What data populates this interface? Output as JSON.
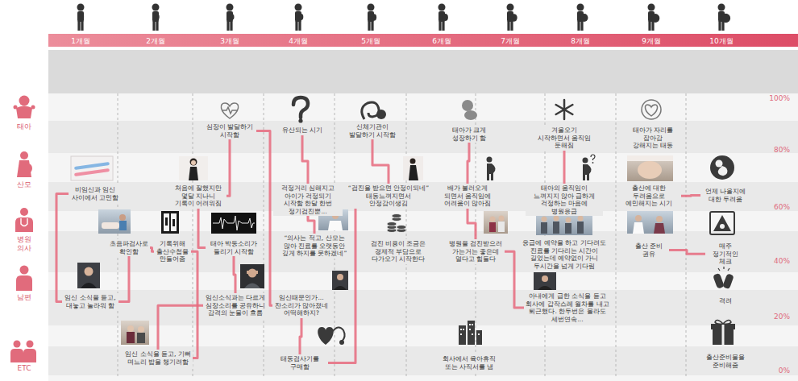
{
  "diagram": {
    "nodes": [
      {
        "text": [
          "비임신과 임신 사이에서 고민함"
        ]
      },
      {
        "text": [
          "임신 소식을 듣고, 대놓고 놀라워 함"
        ]
      },
      {
        "text": [
          "초음파검사로 확인함"
        ]
      },
      {
        "text": [
          "기록위해 출산수첩을 만들어줌"
        ]
      },
      {
        "text": [
          "임신 소식을 듣고, 기뻐 며느리 밥을 챙기려함"
        ]
      },
      {
        "text": [
          "처음에 잘했지만 몇달 지나니 기록이 어려워짐"
        ]
      },
      {
        "text": [
          "심장이 발달하기 시작함"
        ]
      },
      {
        "text": [
          "태아 박동소리가 들리기 시작함"
        ]
      },
      {
        "text": [
          "임신소식과는 다르게 심장소리를 공유하니 감격의 눈물이 흐름"
        ]
      },
      {
        "text": [
          "유산되는 시기"
        ]
      },
      {
        "text": [
          "걱정거리 심해지고 아이가 걱정되기 시작함 한달 한번 정기검진뿐..."
        ]
      },
      {
        "text": [
          "“의사는 적고, 산모는 많아 진료를 오랫동안 깊게 하지를 못하겠네”"
        ]
      },
      {
        "text": [
          "임신때문인가... 잔소리가 많아졌네 어떡해하지?"
        ]
      },
      {
        "text": [
          "태동검사기를 구매함"
        ]
      },
      {
        "text": [
          "신체기관이 발달하기 시작함"
        ]
      },
      {
        "text": [
          "“검진을 받으면 안정이되네” 태동느껴지면서 안정감이생김"
        ]
      },
      {
        "text": [
          "검진 비용이 조금은 경제적 부담으로 다가오기 시작한다"
        ]
      },
      {
        "text": [
          "태아가 크게 성장하기 함"
        ]
      },
      {
        "text": [
          "배가 불러오게 되면서 움직임에 어려움이 많아짐"
        ]
      },
      {
        "text": [
          "병원을 검진받으러 가는거는 좋은데 멀다고 힘들다"
        ]
      },
      {
        "text": [
          "회사에서 육아휴직 또는 사직서를 냄"
        ]
      },
      {
        "text": [
          "겨울오기 시작하면서 움직임 둔해짐"
        ]
      },
      {
        "text": [
          "태아의 움직임이 느껴지지 않아 급하게 걱정하는 마음에 병원응급"
        ]
      },
      {
        "text": [
          "응급에 예약을 하고 기다려도 진료를 기다리는 시간이 길었는데 예약없이 가니 두시간을 넘게 기다림"
        ]
      },
      {
        "text": [
          "아내에게 급한 소식을 듣고 회사에 갑작스레 월차를 내고 퇴근했다. 한두번은 몰라도 세번연속..."
        ]
      },
      {
        "text": [
          "태아가 자리를 잡아감 강해지는 태동"
        ]
      },
      {
        "text": [
          "출산에 대한 두려움으로 예민해지는 시기"
        ]
      },
      {
        "text": [
          "언제 나올지에 대한 두려움"
        ]
      },
      {
        "text": [
          "출산 준비 권유"
        ]
      },
      {
        "text": [
          "매주 정기적인 체크"
        ]
      },
      {
        "text": [
          "격려"
        ]
      },
      {
        "text": [
          "출산준비물을 준비해줌"
        ]
      }
    ],
    "edges": [
      {
        "from": 0,
        "to": 1,
        "arrow": "none"
      },
      {
        "from": 1,
        "to": 2,
        "arrow": "none"
      },
      {
        "from": 2,
        "to": 3,
        "arrow": "none"
      },
      {
        "from": 3,
        "to": 4,
        "arrow": "none"
      },
      {
        "from": 4,
        "to": 8,
        "arrow": "none"
      },
      {
        "from": 8,
        "to": 7,
        "arrow": "none"
      },
      {
        "from": 7,
        "to": 5,
        "arrow": "none"
      },
      {
        "from": 5,
        "to": 6,
        "arrow": "none"
      },
      {
        "from": 6,
        "to": 12,
        "arrow": "none"
      },
      {
        "from": 9,
        "to": 10,
        "arrow": "none"
      },
      {
        "from": 10,
        "to": 11,
        "arrow": "none"
      },
      {
        "from": 12,
        "to": 13,
        "arrow": "none"
      },
      {
        "from": 13,
        "to": 15,
        "arrow": "none"
      },
      {
        "from": 15,
        "to": 14,
        "arrow": "none"
      },
      {
        "from": 17,
        "to": 18,
        "arrow": "none"
      },
      {
        "from": 18,
        "to": 19,
        "arrow": "none"
      },
      {
        "from": 19,
        "to": 24,
        "arrow": "none"
      },
      {
        "from": 21,
        "to": 22,
        "arrow": "none"
      },
      {
        "from": 26,
        "to": 27,
        "arrow": "none"
      },
      {
        "from": 28,
        "to": 29,
        "arrow": "none"
      }
    ],
    "labels": [
      "1개월",
      "2개월",
      "3개월",
      "4개월",
      "5개월",
      "6개월",
      "7개월",
      "8개월",
      "9개월",
      "10개월",
      "태아",
      "산모",
      "병원 의사",
      "남편",
      "ETC",
      "100%",
      "80%",
      "60%",
      "40%",
      "20%",
      "0%"
    ]
  }
}
